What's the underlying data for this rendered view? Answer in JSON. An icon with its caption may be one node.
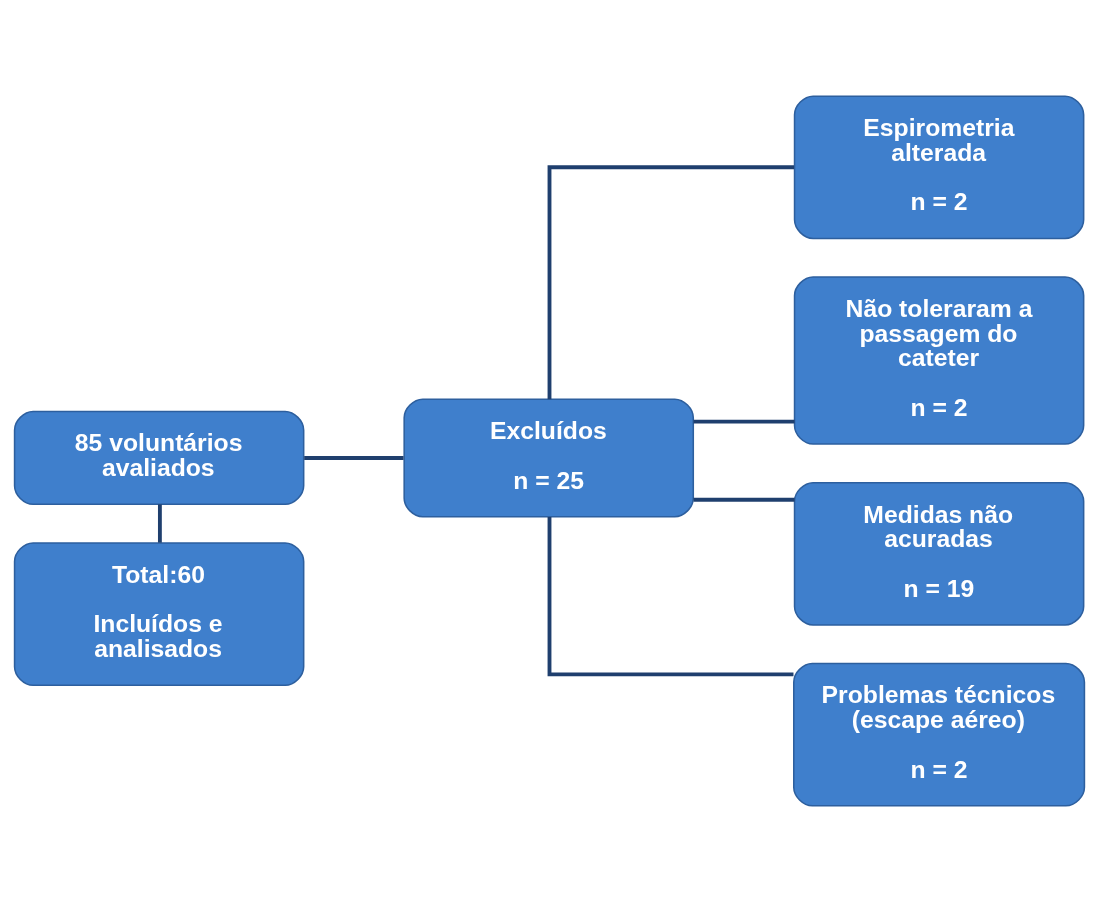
{
  "diagram": {
    "nodes": [
      {
        "text": [
          "85 voluntários avaliados"
        ]
      },
      {
        "text": [
          "Excluídos",
          "n = 25"
        ]
      },
      {
        "text": [
          "Total:60",
          "Incluídos e analisados"
        ]
      },
      {
        "text": [
          "Espirometria alterada",
          "n = 2"
        ]
      },
      {
        "text": [
          "Não toleraram a passagem do cateter",
          "n = 2"
        ]
      },
      {
        "text": [
          "Medidas não acuradas",
          "n = 19"
        ]
      },
      {
        "text": [
          "Problemas técnicos (escape aéreo)",
          "n = 2"
        ]
      }
    ],
    "edges": [
      {
        "from": 0,
        "to": 2,
        "arrow": "none"
      },
      {
        "from": 0,
        "to": 1,
        "arrow": "none"
      },
      {
        "from": 1,
        "to": 3,
        "arrow": "none"
      },
      {
        "from": 1,
        "to": 4,
        "arrow": "none"
      },
      {
        "from": 1,
        "to": 5,
        "arrow": "none"
      },
      {
        "from": 1,
        "to": 6,
        "arrow": "none"
      }
    ]
  }
}
